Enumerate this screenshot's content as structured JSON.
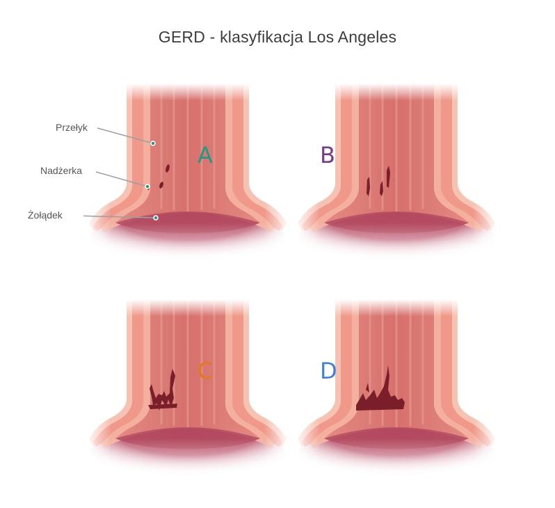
{
  "title": "GERD - klasyfikacja Los Angeles",
  "labels": {
    "esophagus": "Przełyk",
    "erosion": "Nadżerka",
    "stomach": "Żołądek"
  },
  "panels": [
    {
      "grade": "A",
      "color": "#1e9a84"
    },
    {
      "grade": "B",
      "color": "#7a3a8a"
    },
    {
      "grade": "C",
      "color": "#e07a1c"
    },
    {
      "grade": "D",
      "color": "#3f7fe4"
    }
  ],
  "colors": {
    "tissue": "#f2a48f",
    "tissue_light": "#f6c2b2",
    "lumen": "#d4756e",
    "stomach_inner": "#b54a5e",
    "erosion": "#7a1f2a",
    "pointer": "#9aa0a4",
    "pointer_dot": "#2a9a86"
  }
}
